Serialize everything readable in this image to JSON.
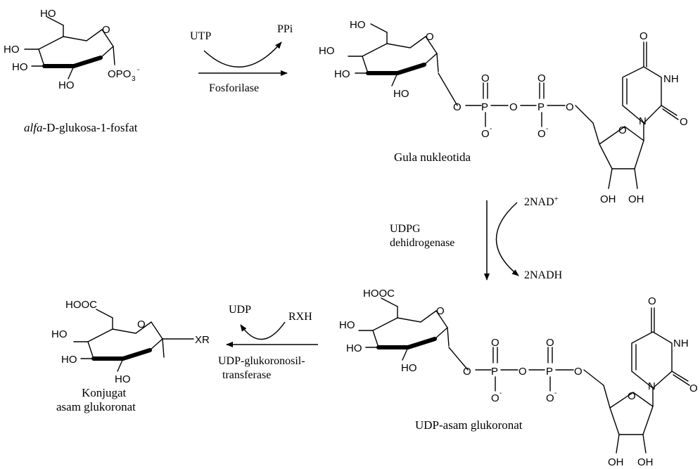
{
  "labels": {
    "glucose1p": "-D-glukosa-1-fosfat",
    "glucose1p_prefix": "alfa",
    "sugar_nucleotide": "Gula nukleotida",
    "udp_glucuronate": "UDP-asam glukoronat",
    "conjugate_line1": "Konjugat",
    "conjugate_line2": "asam glukoronat"
  },
  "reactions": {
    "step1": {
      "in": "UTP",
      "out": "PPi",
      "enzyme": "Fosforilase"
    },
    "step2": {
      "in": "2NAD",
      "in_sup": "+",
      "out": "2NADH",
      "enzyme_line1": "UDPG",
      "enzyme_line2": "dehidrogenase"
    },
    "step3": {
      "in": "RXH",
      "out": "UDP",
      "enzyme_line1": "UDP-glukoronosil-",
      "enzyme_line2": "transferase"
    }
  },
  "atoms": {
    "HO": "HO",
    "OH": "OH",
    "O": "O",
    "P": "P",
    "N": "N",
    "NH": "NH",
    "HOOC": "HOOC",
    "XR": "XR",
    "OPO": "OPO",
    "three": "3",
    "minus": "-"
  }
}
